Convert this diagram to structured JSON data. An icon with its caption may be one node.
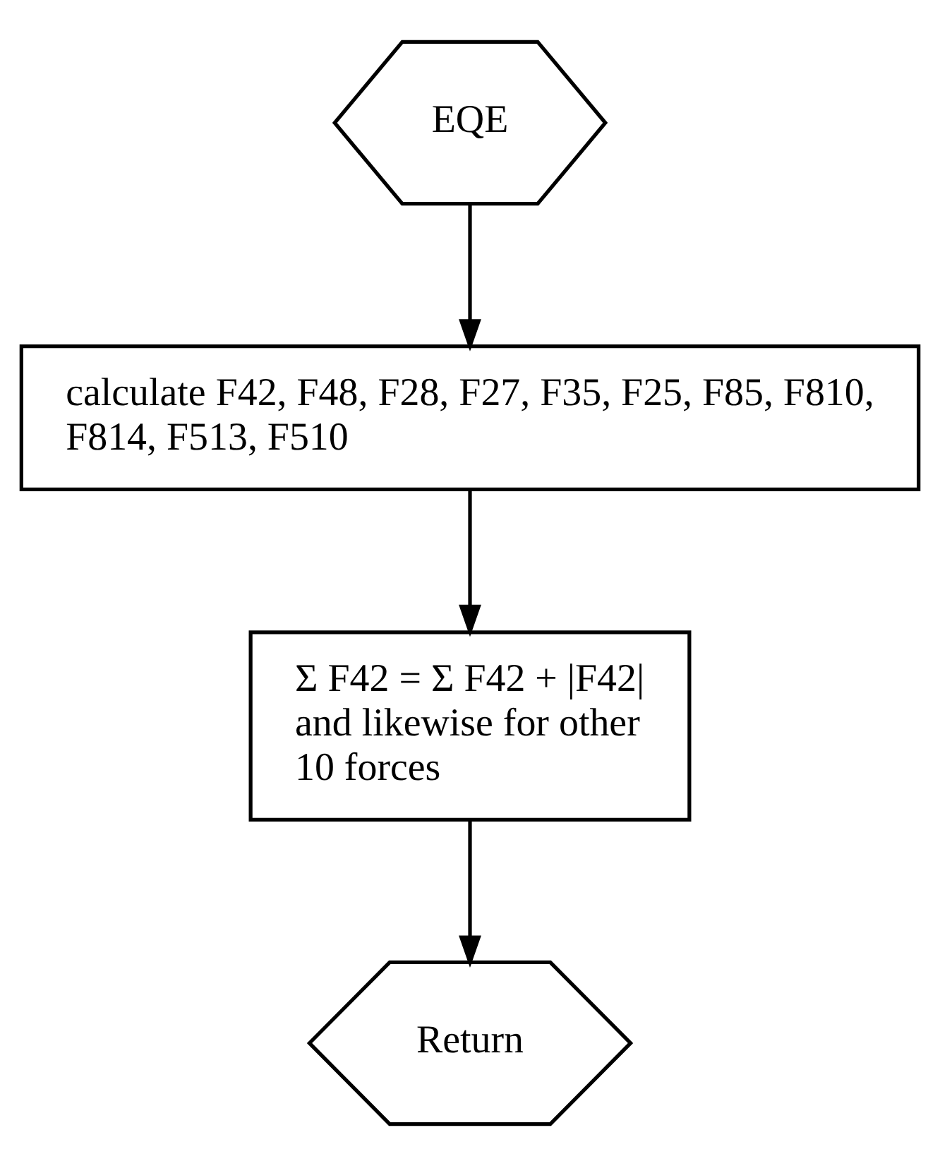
{
  "diagram": {
    "nodes": [
      {
        "text": [
          "EQE"
        ]
      },
      {
        "text": [
          "calculate F42, F48, F28, F27, F35, F25, F85, F810, F814, F513, F510"
        ]
      },
      {
        "text": [
          "Σ F42 = Σ F42 + |F42| and likewise for other 10 forces"
        ]
      },
      {
        "text": [
          "Return"
        ]
      }
    ],
    "edges": [
      {
        "from": 0,
        "to": 1,
        "arrow": "to"
      },
      {
        "from": 1,
        "to": 2,
        "arrow": "to"
      },
      {
        "from": 2,
        "to": 3,
        "arrow": "to"
      }
    ]
  }
}
